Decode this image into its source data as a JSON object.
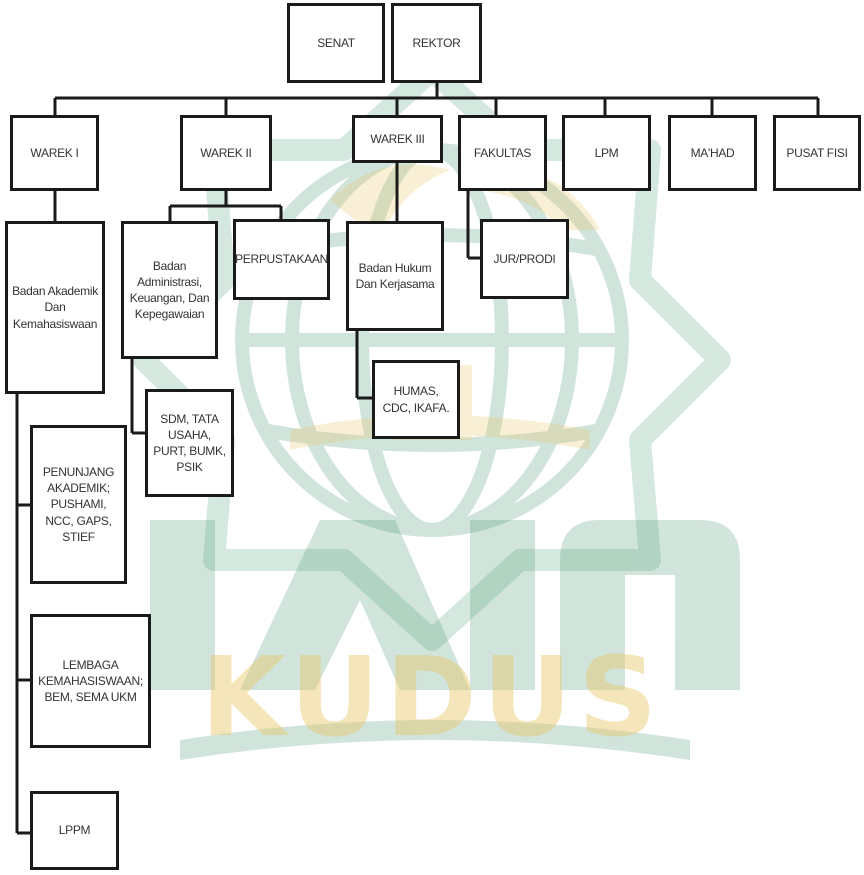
{
  "watermark": {
    "main_text": "IAIN",
    "sub_text": "KUDUS",
    "green": "#2f8a5f",
    "gold": "#e8c76a"
  },
  "nodes": {
    "senat": "SENAT",
    "rektor": "REKTOR",
    "warek1": "WAREK I",
    "warek2": "WAREK II",
    "warek3": "WAREK III",
    "fakultas": "FAKULTAS",
    "lpm": "LPM",
    "mahad": "MA'HAD",
    "pusat_fisi": "PUSAT FISI",
    "badan_akademik": "Badan Akademik Dan Kemahasiswaan",
    "badan_administrasi": "Badan Administrasi, Keuangan, Dan Kepegawaian",
    "perpustakaan": "PERPUSTAKAAN",
    "badan_hukum": "Badan Hukum Dan Kerjasama",
    "jur_prodi": "JUR/PRODI",
    "humas": "HUMAS, CDC, IKAFA.",
    "sdm": "SDM, TATA USAHA, PURT, BUMK, PSIK",
    "penunjang": "PENUNJANG AKADEMIK; PUSHAMI, NCC, GAPS, STIEF",
    "lembaga": "LEMBAGA KEMAHASISWAAN; BEM, SEMA UKM",
    "lppm": "LPPM"
  }
}
